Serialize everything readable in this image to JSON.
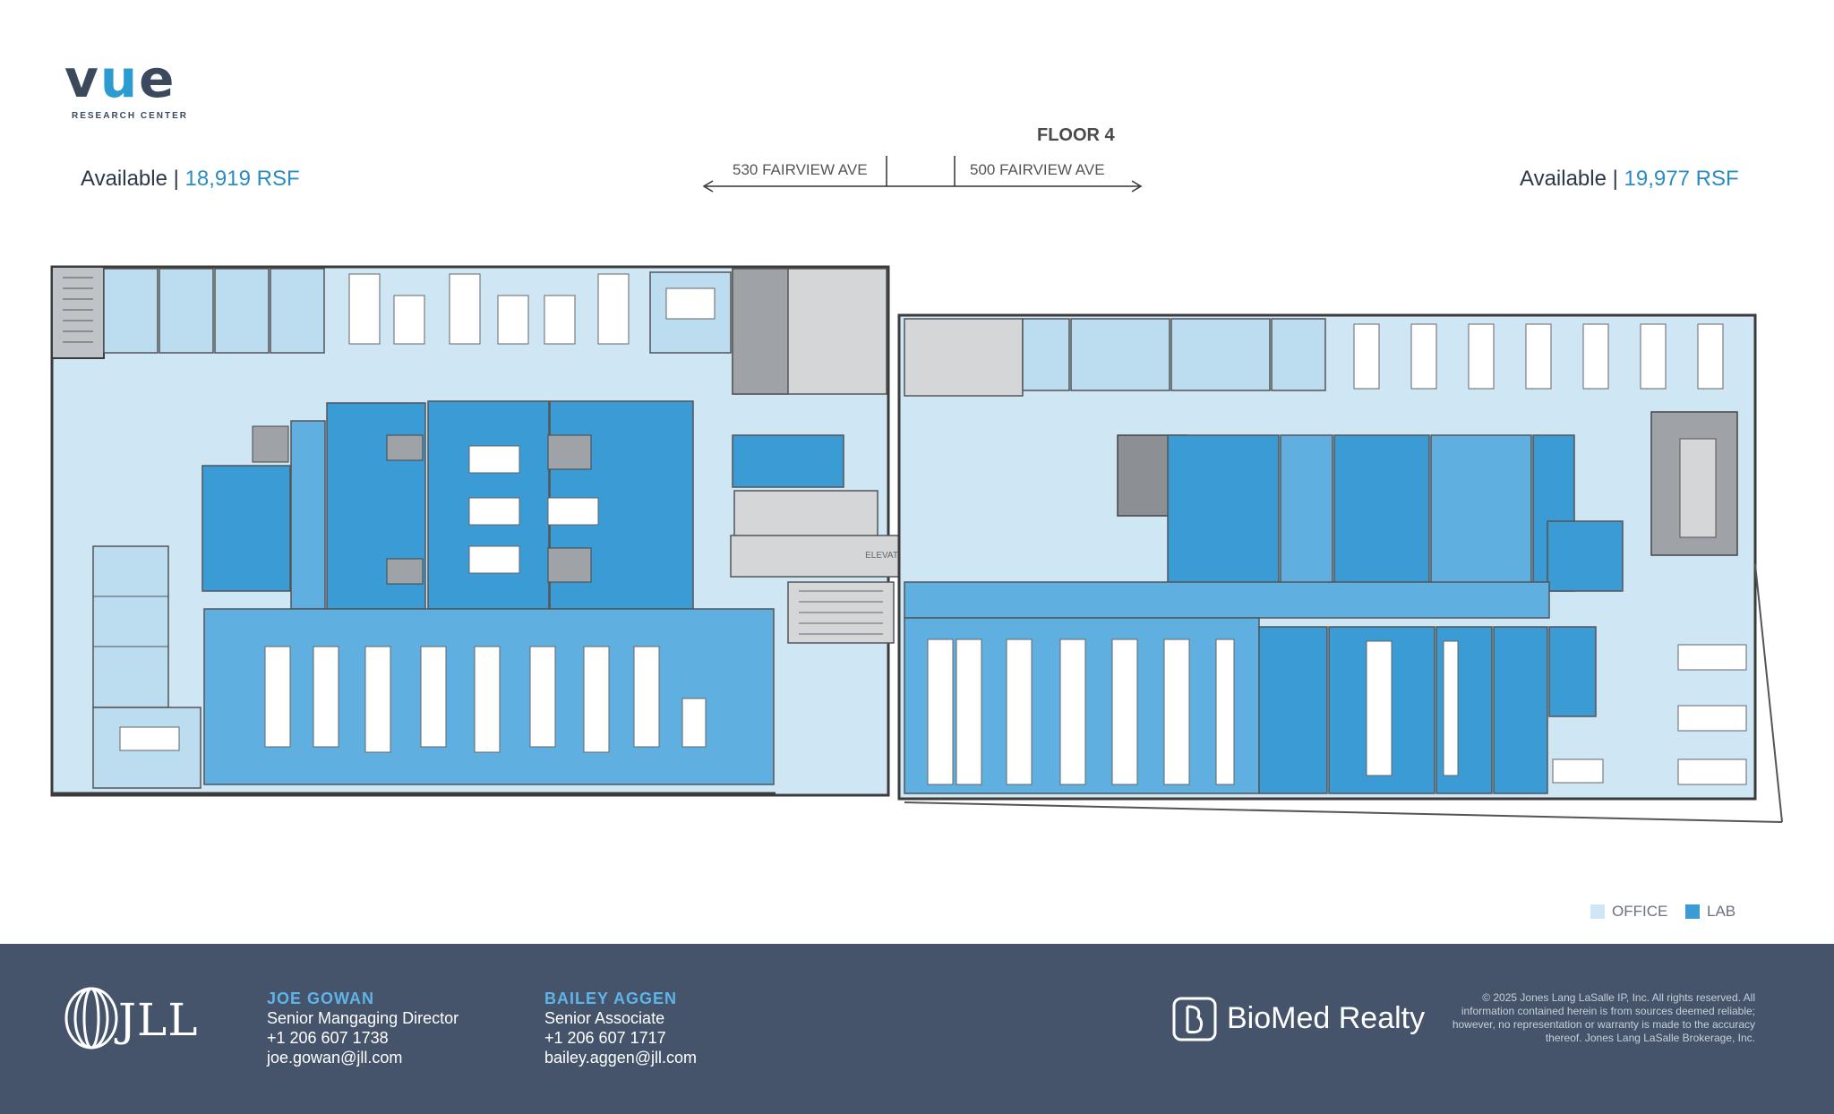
{
  "brand": {
    "logo_text": "vue",
    "logo_subtitle": "RESEARCH CENTER"
  },
  "header": {
    "floor_title": "FLOOR 4",
    "left_address": "530 FAIRVIEW AVE",
    "right_address": "500 FAIRVIEW AVE",
    "left_available_label": "Available",
    "left_available_value": "18,919 RSF",
    "right_available_label": "Available",
    "right_available_value": "19,977 RSF"
  },
  "plan": {
    "elevator_lobby_label": "ELEVATOR LOBBY",
    "colors": {
      "office": "#cfe6f4",
      "lab": "#3a9bd5",
      "lab_light": "#5fb0e0",
      "core": "#d4d6d8",
      "wall": "#3b3b3b"
    }
  },
  "legend": {
    "office_label": "OFFICE",
    "lab_label": "LAB"
  },
  "contacts": [
    {
      "name": "JOE GOWAN",
      "title": "Senior Mangaging Director",
      "phone": "+1 206 607 1738",
      "email": "joe.gowan@jll.com"
    },
    {
      "name": "BAILEY AGGEN",
      "title": "Senior Associate",
      "phone": "+1 206 607 1717",
      "email": "bailey.aggen@jll.com"
    }
  ],
  "footer": {
    "jll_logo_text": "JLL",
    "biomed_logo_text": "BioMed Realty",
    "legal_text": "© 2025 Jones Lang LaSalle IP, Inc. All rights reserved. All information contained herein is from sources deemed reliable; however, no representation or warranty is made to the accuracy thereof. Jones Lang LaSalle Brokerage, Inc.",
    "background_color": "#45546a"
  }
}
